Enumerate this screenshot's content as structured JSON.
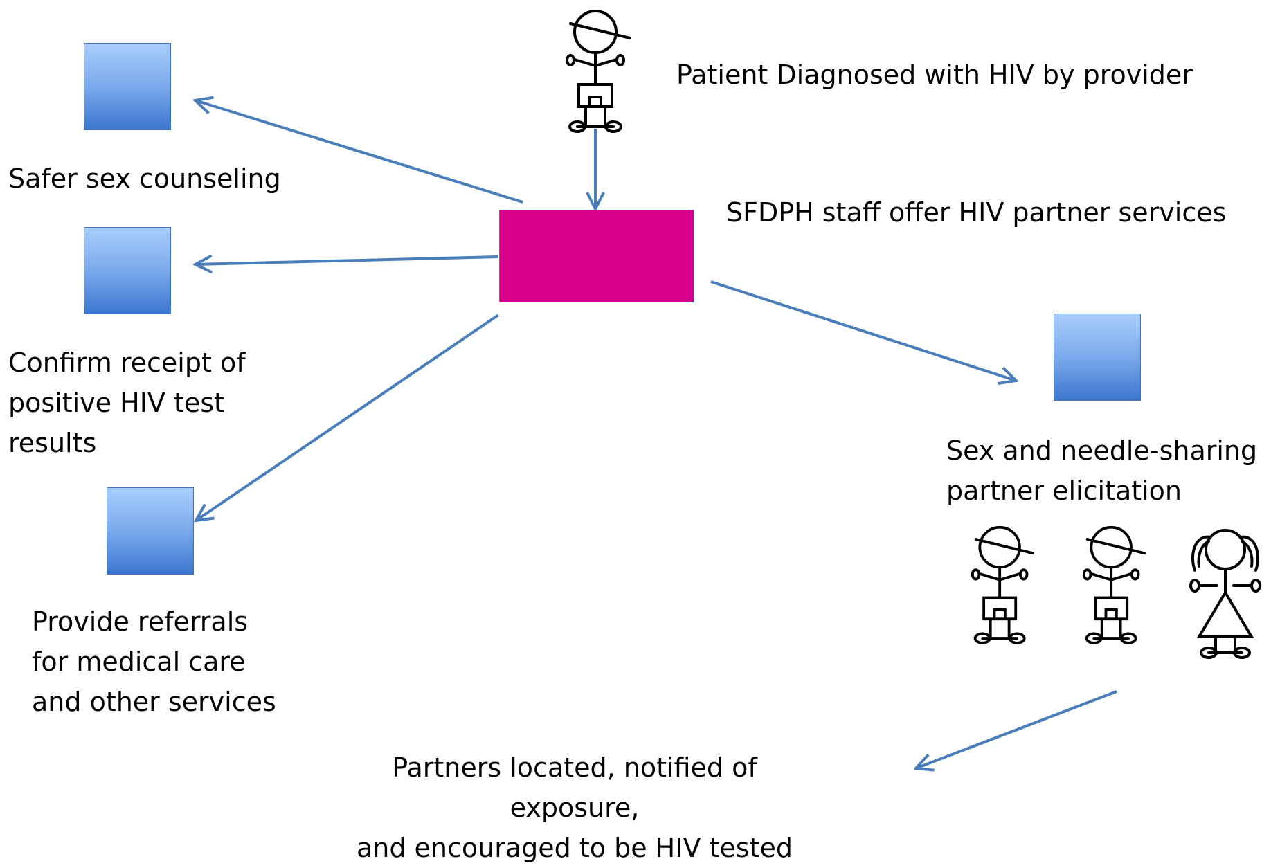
{
  "diagram": {
    "patient_label": "Patient Diagnosed with HIV by provider",
    "hub_label": "SFDPH staff offer HIV partner services",
    "service_counseling": "Safer sex counseling",
    "service_confirm": "Confirm receipt of\npositive HIV test\nresults",
    "service_referrals": "Provide referrals\nfor medical care\nand other services",
    "service_elicitation": "Sex and needle-sharing\npartner elicitation",
    "outcome_label": "Partners located, notified of exposure,\nand encouraged to be HIV tested"
  },
  "colors": {
    "hub_fill": "#d6008a",
    "box_gradient_top": "#a9cdfc",
    "box_gradient_bottom": "#3d76cf",
    "arrow": "#4a7ebb",
    "text": "#000000"
  },
  "icons": {
    "patient": "stick-figure-male-icon",
    "partners": [
      "stick-figure-male-icon",
      "stick-figure-male-icon",
      "stick-figure-female-icon"
    ]
  }
}
